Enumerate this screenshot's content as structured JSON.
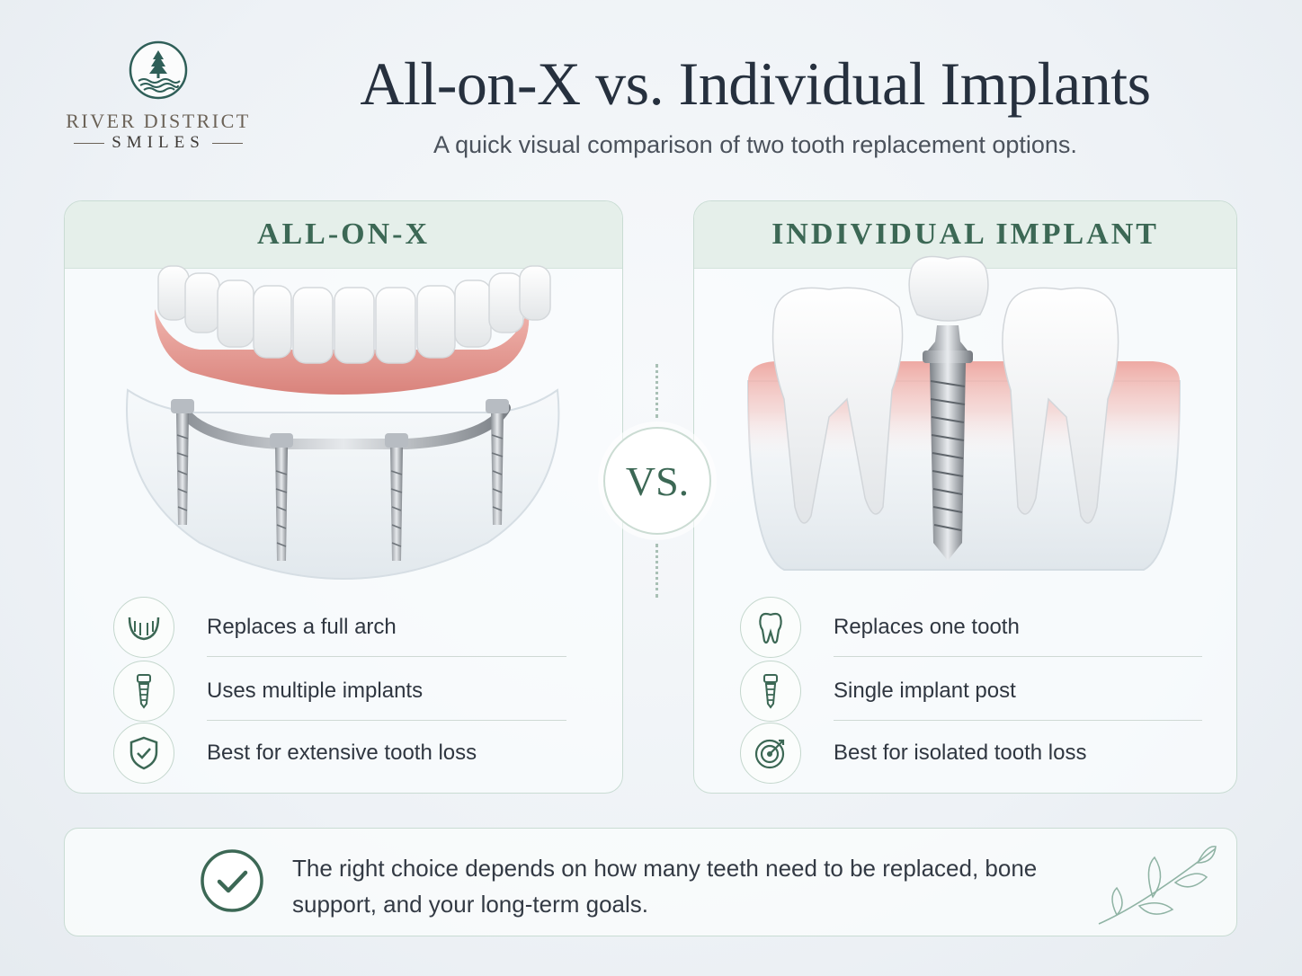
{
  "brand": {
    "name": "RIVER DISTRICT",
    "tagline": "SMILES"
  },
  "header": {
    "title": "All-on-X vs. Individual Implants",
    "subtitle": "A quick visual comparison of two tooth replacement options."
  },
  "left_card": {
    "heading": "ALL-ON-X",
    "features": [
      {
        "icon": "arch-icon",
        "label": "Replaces a full arch"
      },
      {
        "icon": "implant-icon",
        "label": "Uses multiple implants"
      },
      {
        "icon": "shield-check-icon",
        "label": "Best for extensive tooth loss"
      }
    ]
  },
  "right_card": {
    "heading": "INDIVIDUAL IMPLANT",
    "features": [
      {
        "icon": "tooth-icon",
        "label": "Replaces one tooth"
      },
      {
        "icon": "implant-icon",
        "label": "Single implant post"
      },
      {
        "icon": "target-icon",
        "label": "Best for isolated tooth loss"
      }
    ]
  },
  "vs_label": "VS.",
  "footer": {
    "icon": "check-circle-icon",
    "note": "The right choice depends on how many teeth need to be replaced, bone support, and your long-term goals."
  },
  "colors": {
    "accent": "#3c6855",
    "header_bg": "#e5efea",
    "border": "#c9dcd3",
    "gum": "#e8a09a"
  }
}
